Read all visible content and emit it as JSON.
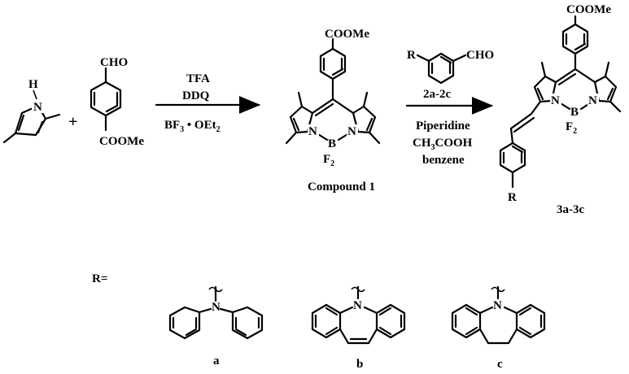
{
  "reagents": {
    "pyrrole_nh": "H",
    "pyrrole_n": "N",
    "plus": "+",
    "aldehyde_top": "CHO",
    "aldehyde_bottom": "COOMe"
  },
  "step1": {
    "above": [
      "TFA",
      "DDQ"
    ],
    "below": "BF3 • OEt2"
  },
  "compound1": {
    "ester": "COOMe",
    "n_left": "N",
    "n_right": "N",
    "boron": "B",
    "f2": "F2",
    "label": "Compound 1"
  },
  "step2": {
    "aryl_r": "R",
    "aryl_cho": "CHO",
    "aryl_label": "2a-2c",
    "below": [
      "Piperidine",
      "CH3COOH",
      "benzene"
    ]
  },
  "product": {
    "ester": "COOMe",
    "n_left": "N",
    "n_right": "N",
    "boron": "B",
    "f2": "F2",
    "r": "R",
    "label": "3a-3c"
  },
  "r_groups": {
    "prefix": "R=",
    "a": {
      "n": "N",
      "label": "a"
    },
    "b": {
      "n": "N",
      "label": "b"
    },
    "c": {
      "n": "N",
      "label": "c"
    }
  }
}
